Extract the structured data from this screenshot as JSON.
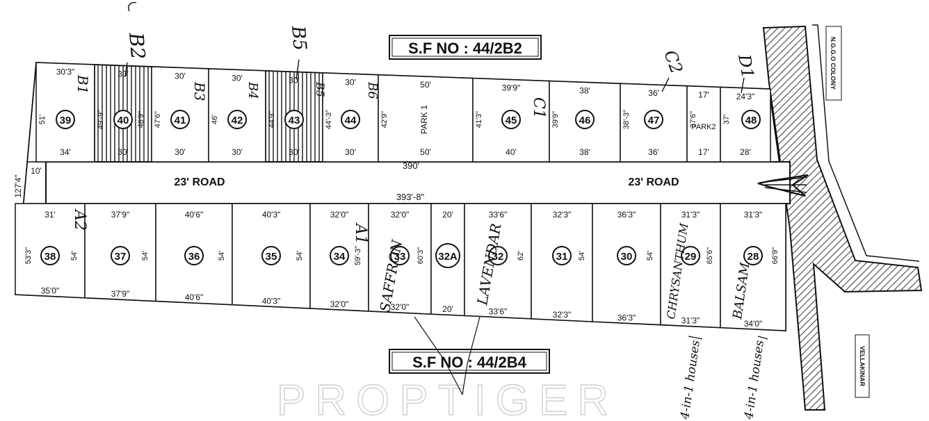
{
  "survey_top": "S.F NO : 44/2B2",
  "survey_bottom": "S.F NO : 44/2B4",
  "road_label": "23' ROAD",
  "road_length_top": "390'",
  "road_length_bottom": "393'-8\"",
  "road_width": "10'",
  "left_depth": "127'4\"",
  "side_roads": {
    "top": "N.G.G.O COLONY",
    "bottom": "VELLAKINAR"
  },
  "watermark": "PROPTIGER",
  "top_plots": [
    {
      "id": "39",
      "top": "30'3\"",
      "bottom": "34'",
      "side": "51'"
    },
    {
      "id": "40",
      "top": "30'",
      "bottom": "30'",
      "side": "49'-9\"",
      "side2": "48'9\""
    },
    {
      "id": "41",
      "top": "30'",
      "bottom": "30'",
      "side": "47'6\""
    },
    {
      "id": "42",
      "top": "30'",
      "bottom": "30'",
      "side": "46'"
    },
    {
      "id": "43",
      "top": "30'",
      "bottom": "30'",
      "side": "44'9\""
    },
    {
      "id": "44",
      "top": "30'",
      "bottom": "30'",
      "side": "44'-3\""
    },
    {
      "id": "PARK 1",
      "top": "50'",
      "bottom": "50'",
      "side": "42'9\""
    },
    {
      "id": "45",
      "top": "39'9\"",
      "bottom": "40'",
      "side": "41'3\""
    },
    {
      "id": "46",
      "top": "38'",
      "bottom": "38'",
      "side": "39'9\""
    },
    {
      "id": "47",
      "top": "36'",
      "bottom": "36'",
      "side": "38'-3\""
    },
    {
      "id": "PARK2",
      "top": "17'",
      "bottom": "17'",
      "side": "37'6\""
    },
    {
      "id": "48",
      "top": "24'3\"",
      "bottom": "28'",
      "side": "37'"
    }
  ],
  "bottom_plots": [
    {
      "id": "38",
      "top": "31'",
      "bottom": "35'0\"",
      "side": "53'3\"",
      "side2": "54'"
    },
    {
      "id": "37",
      "top": "37'9\"",
      "bottom": "37'9\"",
      "side": "54'"
    },
    {
      "id": "36",
      "top": "40'6\"",
      "bottom": "40'6\"",
      "side": "54'"
    },
    {
      "id": "35",
      "top": "40'3\"",
      "bottom": "40'3\"",
      "side": "54'"
    },
    {
      "id": "34",
      "top": "32'0\"",
      "bottom": "32'0\"",
      "side": "59'-3\""
    },
    {
      "id": "33",
      "top": "32'0\"",
      "bottom": "32'0\"",
      "side": "60'3\""
    },
    {
      "id": "32A",
      "top": "20'",
      "bottom": "20'",
      "side": ""
    },
    {
      "id": "32",
      "top": "33'6\"",
      "bottom": "33'6\"",
      "side": "62'"
    },
    {
      "id": "31",
      "top": "32'3\"",
      "bottom": "32'3\"",
      "side": "54'"
    },
    {
      "id": "30",
      "top": "36'3\"",
      "bottom": "36'3\"",
      "side": "54'"
    },
    {
      "id": "29",
      "top": "31'3\"",
      "bottom": "31'3\"",
      "side": "65'6\""
    },
    {
      "id": "28",
      "top": "31'3\"",
      "bottom": "34'0\"",
      "side": "66'9\""
    }
  ],
  "handwritten": {
    "b2": "B2",
    "b5": "B5",
    "b1": "B1",
    "b3": "B3",
    "b4": "B4",
    "b6": "B6",
    "b5b": "B5",
    "c2": "C2",
    "c1": "C1",
    "d1": "D1",
    "a2": "A2",
    "a1": "A1",
    "saffron": "SAFFRON",
    "lavendar": "LAVENDAR",
    "chrysanthum": "CHRYSANTHUM",
    "balsam": "BALSAM",
    "houses_1": "4-in-1 houses",
    "houses_2": "4-in-1 houses"
  },
  "colors": {
    "ink": "#111111",
    "road_fill": "#ffffff",
    "hatch": "#555555",
    "watermark": "#cfcfcf"
  }
}
